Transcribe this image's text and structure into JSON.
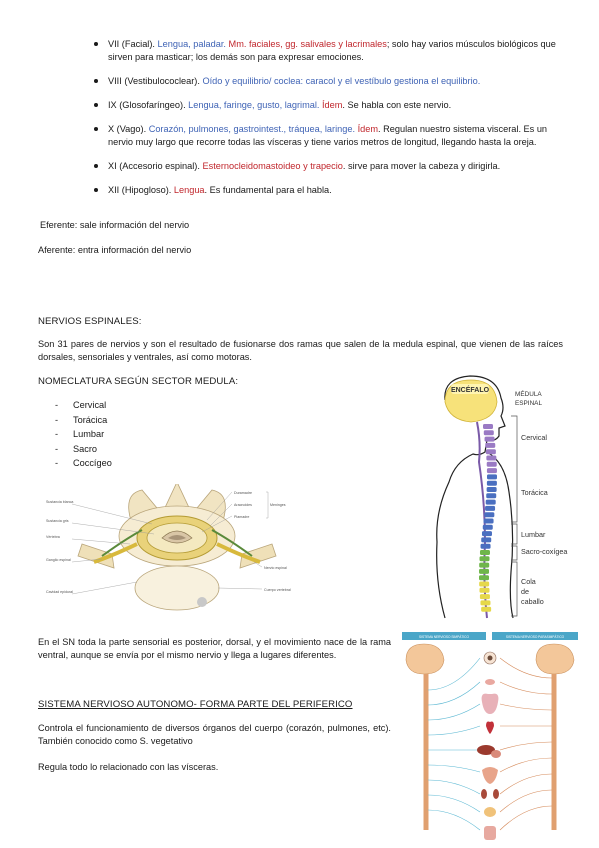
{
  "cranial_nerves": [
    {
      "parts": [
        {
          "t": "VII (Facial). ",
          "c": ""
        },
        {
          "t": "Lengua, paladar. ",
          "c": "blue"
        },
        {
          "t": "Mm. faciales, gg. salivales y lacrimales",
          "c": "red"
        },
        {
          "t": "; solo hay varios músculos biológicos que sirven para masticar; los demás son para expresar emociones.",
          "c": ""
        }
      ]
    },
    {
      "parts": [
        {
          "t": "VIII (Vestibulococlear). ",
          "c": ""
        },
        {
          "t": "Oído y equilibrio/ coclea: caracol y el vestíbulo gestiona el equilibrio.",
          "c": "blue"
        }
      ]
    },
    {
      "parts": [
        {
          "t": "IX (Glosofaríngeo). ",
          "c": ""
        },
        {
          "t": "Lengua, faringe, gusto, lagrimal. ",
          "c": "blue"
        },
        {
          "t": "Ídem",
          "c": "red"
        },
        {
          "t": ". Se habla con este nervio.",
          "c": ""
        }
      ]
    },
    {
      "parts": [
        {
          "t": "X (Vago). ",
          "c": ""
        },
        {
          "t": "Corazón, pulmones, gastrointest., tráquea, laringe. ",
          "c": "blue"
        },
        {
          "t": "Ídem",
          "c": "red"
        },
        {
          "t": ". Regulan nuestro sistema visceral. Es un nervio muy largo que recorre todas las vísceras y tiene varios metros de longitud, llegando hasta la oreja.",
          "c": ""
        }
      ]
    },
    {
      "parts": [
        {
          "t": "XI (Accesorio espinal). ",
          "c": ""
        },
        {
          "t": "Esternocleidomastoideo y trapecio",
          "c": "red"
        },
        {
          "t": ". sirve para mover la cabeza y dirigirla.",
          "c": ""
        }
      ]
    },
    {
      "parts": [
        {
          "t": "XII (Hipogloso). ",
          "c": ""
        },
        {
          "t": "Lengua",
          "c": "red"
        },
        {
          "t": ". Es fundamental para el habla.",
          "c": ""
        }
      ]
    }
  ],
  "eferente": "Eferente: sale información del nervio",
  "aferente": "Aferente: entra información del nervio",
  "spinal_heading": "NERVIOS ESPINALES:",
  "spinal_paragraph": "Son 31 pares de nervios y son el resultado de fusionarse dos ramas que salen de la medula espinal, que vienen de las raíces dorsales, sensoriales y ventrales, así como motoras.",
  "nomenclature_heading": "NOMECLATURA SEGÚN SECTOR MEDULA:",
  "sectors": [
    "Cervical",
    "Torácica",
    "Lumbar",
    "Sacro",
    "Coccígeo"
  ],
  "sn_paragraph": "En el SN toda la parte sensorial es posterior, dorsal, y el movimiento nace de la rama ventral, aunque se envía por el mismo nervio y llega a lugares diferentes.",
  "autonomic_heading": "SISTEMA NERVIOSO AUTONOMO- FORMA PARTE DEL PERIFERICO",
  "autonomic_paragraph": "Controla el funcionamiento de diversos órganos del cuerpo (corazón, pulmones, etc). También conocido como S. vegetativo",
  "visceras_line": "Regula todo lo relacionado con las vísceras.",
  "spine_figure": {
    "encefalo": "ENCÉFALO",
    "title_line1": "MÉDULA",
    "title_line2": "ESPINAL",
    "regions": [
      "Cervical",
      "Torácica",
      "Lumbar",
      "Sacro-coxígea"
    ],
    "cola_line1": "Cola",
    "cola_line2": "de",
    "cola_line3": "caballo"
  },
  "vertebra_figure": {
    "left_labels": [
      "Sustancia blanca",
      "Sustancia gris",
      "Vértebra",
      "Ganglio espinal",
      "Cavidad epidural"
    ],
    "right_labels": [
      "Duramadre",
      "Aracnoides",
      "Piamadre",
      "Nervio espinal",
      "Cuerpo vertebral"
    ],
    "meninges_label": "Meninges"
  },
  "autonomic_figure": {
    "left_title": "SISTEMA NERVIOSO SIMPÁTICO",
    "right_title": "SISTEMA NERVIOSO PARASIMPÁTICO"
  }
}
